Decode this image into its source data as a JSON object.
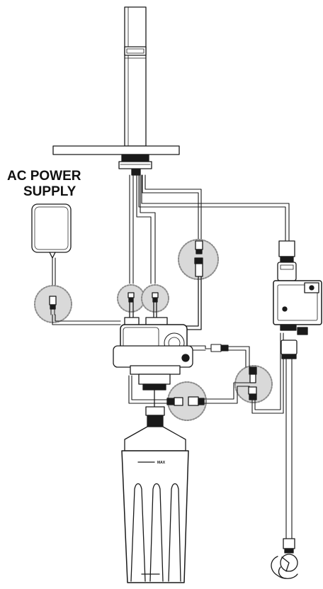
{
  "diagram": {
    "labels": {
      "power_supply_line1": "AC POWER",
      "power_supply_line2": "SUPPLY",
      "reservoir_max": "MAX"
    },
    "colors": {
      "line": "#1a1a1a",
      "highlight_circle_fill": "#d9d9d9",
      "highlight_circle_stroke": "#8c8c8c",
      "background": "#ffffff"
    },
    "icons": [
      "faucet-spout",
      "mounting-plate",
      "ac-adapter",
      "pump-unit",
      "solenoid-valve",
      "dispenser-bottle",
      "angle-stop-valve"
    ]
  }
}
